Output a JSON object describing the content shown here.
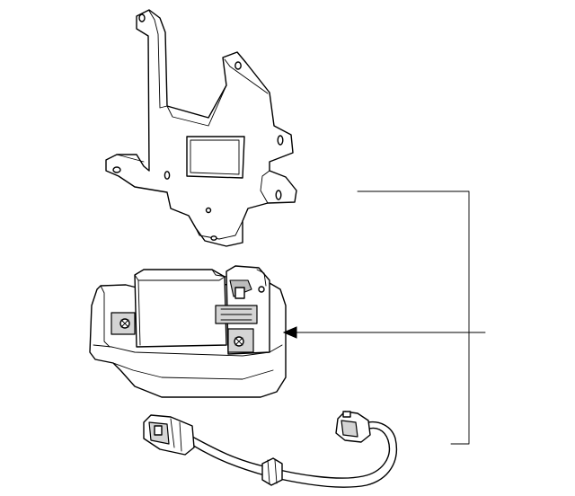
{
  "diagram": {
    "parts": [
      {
        "id": "mounting-bracket",
        "icon": "bracket-drawing"
      },
      {
        "id": "module",
        "icon": "module-drawing"
      },
      {
        "id": "wire-harness",
        "icon": "harness-drawing"
      }
    ],
    "callout": {
      "style": "bracket",
      "label": ""
    },
    "colors": {
      "line": "#000000",
      "shade": "#d4d4d4",
      "background": "#ffffff"
    }
  }
}
